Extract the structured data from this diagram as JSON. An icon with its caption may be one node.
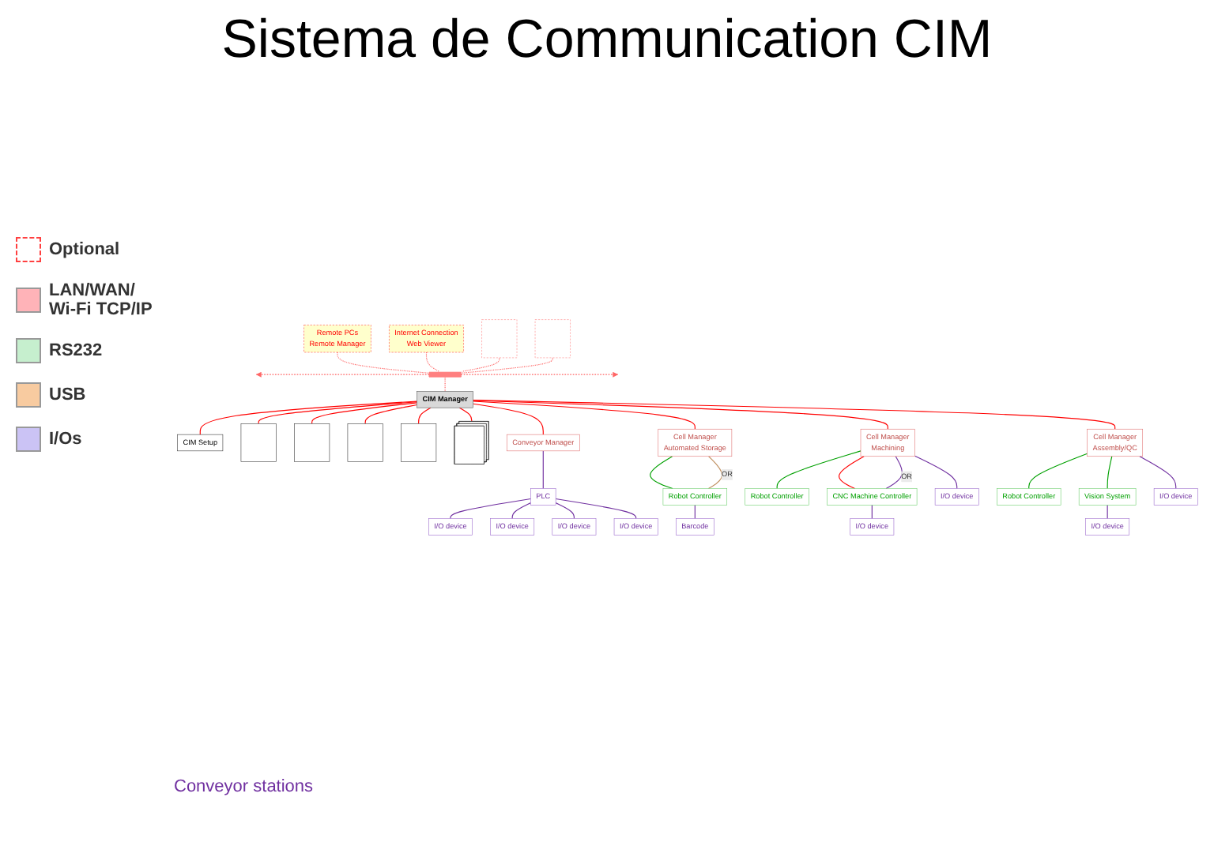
{
  "diagram": {
    "title": "Sistema de Communication CIM",
    "nodes": [
      {
        "text": [
          "Remote PCs",
          "Remote Manager"
        ]
      },
      {
        "text": [
          "Internet Connection",
          "Web Viewer"
        ]
      },
      {
        "text": [],
        "shape": "box"
      },
      {
        "text": [],
        "shape": "box"
      },
      {
        "text": [],
        "shape": "bar"
      },
      {
        "text": [
          "CIM Manager"
        ]
      },
      {
        "text": [
          "CIM Setup"
        ]
      },
      {
        "text": [],
        "shape": "box"
      },
      {
        "text": [],
        "shape": "box"
      },
      {
        "text": [],
        "shape": "box"
      },
      {
        "text": [],
        "shape": "box"
      },
      {
        "text": [],
        "shape": "box"
      },
      {
        "text": [
          "Conveyor Manager"
        ]
      },
      {
        "text": [
          "Cell Manager",
          "Automated Storage"
        ]
      },
      {
        "text": [
          "Cell Manager",
          "Machining"
        ]
      },
      {
        "text": [
          "Cell Manager",
          "Assembly/QC"
        ]
      },
      {
        "text": [
          "PLC"
        ]
      },
      {
        "text": [
          "I/O device"
        ]
      },
      {
        "text": [
          "I/O device"
        ]
      },
      {
        "text": [
          "I/O device"
        ]
      },
      {
        "text": [
          "I/O device"
        ]
      },
      {
        "text": [
          "Robot Controller"
        ]
      },
      {
        "text": [
          "Barcode"
        ]
      },
      {
        "text": [
          "Robot Controller"
        ]
      },
      {
        "text": [
          "CNC Machine Controller"
        ]
      },
      {
        "text": [
          "I/O device"
        ]
      },
      {
        "text": [
          "I/O device"
        ]
      },
      {
        "text": [
          "Robot Controller"
        ]
      },
      {
        "text": [
          "Vision System"
        ]
      },
      {
        "text": [
          "I/O device"
        ]
      },
      {
        "text": [
          "I/O device"
        ]
      }
    ],
    "edges": [
      {
        "from": 0,
        "to": 4,
        "arrow": "none",
        "style": "dashed",
        "color": "#ff6666"
      },
      {
        "from": 1,
        "to": 4,
        "arrow": "none",
        "style": "dashed",
        "color": "#ff6666"
      },
      {
        "from": 2,
        "to": 4,
        "arrow": "none",
        "style": "dashed",
        "color": "#ff6666"
      },
      {
        "from": 3,
        "to": 4,
        "arrow": "none",
        "style": "dashed",
        "color": "#ff6666"
      },
      {
        "from": 4,
        "to": null,
        "arrow": "to",
        "style": "dashed",
        "color": "#ff6666"
      },
      {
        "from": 4,
        "to": null,
        "arrow": "to",
        "style": "dashed",
        "color": "#ff6666"
      },
      {
        "from": 4,
        "to": 5,
        "arrow": "none",
        "style": "dashed",
        "color": "#ff6666"
      },
      {
        "from": 5,
        "to": 6,
        "arrow": "none",
        "color": "#ff0000"
      },
      {
        "from": 5,
        "to": 7,
        "arrow": "none",
        "color": "#ff0000"
      },
      {
        "from": 5,
        "to": 8,
        "arrow": "none",
        "color": "#ff0000"
      },
      {
        "from": 5,
        "to": 9,
        "arrow": "none",
        "color": "#ff0000"
      },
      {
        "from": 5,
        "to": 10,
        "arrow": "none",
        "color": "#ff0000"
      },
      {
        "from": 5,
        "to": 11,
        "arrow": "none",
        "color": "#ff0000"
      },
      {
        "from": 5,
        "to": 12,
        "arrow": "none",
        "color": "#ff0000"
      },
      {
        "from": 5,
        "to": 13,
        "arrow": "none",
        "color": "#ff0000"
      },
      {
        "from": 5,
        "to": 14,
        "arrow": "none",
        "color": "#ff0000"
      },
      {
        "from": 5,
        "to": 15,
        "arrow": "none",
        "color": "#ff0000"
      },
      {
        "from": 12,
        "to": 16,
        "arrow": "none",
        "color": "#7030a0"
      },
      {
        "from": 16,
        "to": 17,
        "arrow": "none",
        "color": "#7030a0"
      },
      {
        "from": 16,
        "to": 18,
        "arrow": "none",
        "color": "#7030a0"
      },
      {
        "from": 16,
        "to": 19,
        "arrow": "none",
        "color": "#7030a0"
      },
      {
        "from": 16,
        "to": 20,
        "arrow": "none",
        "color": "#7030a0"
      },
      {
        "from": 13,
        "to": 21,
        "arrow": "none",
        "color": "#00a000"
      },
      {
        "from": 13,
        "to": 21,
        "arrow": "none",
        "label": "OR",
        "color": "#c09060"
      },
      {
        "from": 21,
        "to": 22,
        "arrow": "none",
        "color": "#7030a0"
      },
      {
        "from": 14,
        "to": 23,
        "arrow": "none",
        "color": "#00a000"
      },
      {
        "from": 14,
        "to": 24,
        "arrow": "none",
        "color": "#ff0000"
      },
      {
        "from": 14,
        "to": 24,
        "arrow": "none",
        "label": "OR",
        "color": "#7030a0"
      },
      {
        "from": 14,
        "to": 25,
        "arrow": "none",
        "color": "#7030a0"
      },
      {
        "from": 24,
        "to": 26,
        "arrow": "none",
        "color": "#7030a0"
      },
      {
        "from": 15,
        "to": 27,
        "arrow": "none",
        "color": "#00a000"
      },
      {
        "from": 15,
        "to": 28,
        "arrow": "none",
        "color": "#00a000"
      },
      {
        "from": 15,
        "to": 29,
        "arrow": "none",
        "color": "#7030a0"
      },
      {
        "from": 28,
        "to": 30,
        "arrow": "none",
        "color": "#7030a0"
      }
    ],
    "labels": [
      "Conveyor stations"
    ],
    "legend": [
      {
        "text": "Optional"
      },
      {
        "text": "LAN/WAN/ Wi-Fi TCP/IP",
        "color": "#ffb3b8"
      },
      {
        "text": "RS232",
        "color": "#c6efce"
      },
      {
        "text": "USB",
        "color": "#f8cba0"
      },
      {
        "text": "I/Os",
        "color": "#cbc3f5"
      }
    ]
  }
}
